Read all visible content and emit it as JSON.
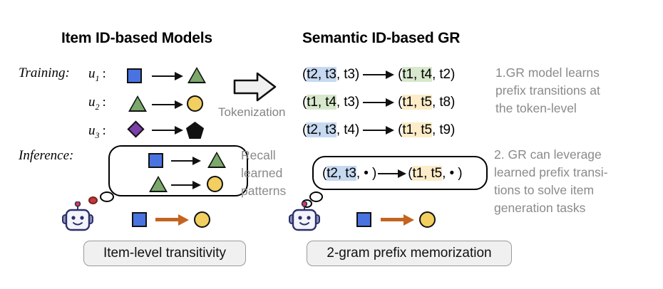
{
  "headings": {
    "left": "Item ID-based Models",
    "right": "Semantic ID-based GR"
  },
  "labels": {
    "training": "Training:",
    "inference": "Inference:",
    "tokenization": "Tokenization",
    "recall": [
      "Recall",
      "learned",
      "patterns"
    ]
  },
  "users": [
    {
      "name": "u",
      "index": "1",
      "colon": ":"
    },
    {
      "name": "u",
      "index": "2",
      "colon": ":"
    },
    {
      "name": "u",
      "index": "3",
      "colon": ":"
    }
  ],
  "left_training_rows": [
    {
      "from_shape": "blue-square",
      "to_shape": "green-triangle"
    },
    {
      "from_shape": "green-triangle",
      "to_shape": "yellow-circle"
    },
    {
      "from_shape": "purple-diamond",
      "to_shape": "orange-pentagon"
    }
  ],
  "left_inference_bubble_rows": [
    {
      "from_shape": "blue-square",
      "to_shape": "green-triangle"
    },
    {
      "from_shape": "green-triangle",
      "to_shape": "yellow-circle"
    }
  ],
  "left_robot_row": {
    "from_shape": "blue-square",
    "to_shape": "yellow-circle"
  },
  "right_token_rows": [
    {
      "source": {
        "open": "(",
        "hl_text": "t2, t3",
        "hl_color": "blue",
        "tail": ", t3)"
      },
      "target": {
        "open": "(",
        "hl_text": "t1, t4",
        "hl_color": "green",
        "tail": ", t2)"
      }
    },
    {
      "source": {
        "open": "(",
        "hl_text": "t1, t4",
        "hl_color": "green",
        "tail": ", t3)"
      },
      "target": {
        "open": "(",
        "hl_text": "t1, t5",
        "hl_color": "yellow",
        "tail": ", t8)"
      }
    },
    {
      "source": {
        "open": "(",
        "hl_text": "t2, t3",
        "hl_color": "blue",
        "tail": ", t4)"
      },
      "target": {
        "open": "(",
        "hl_text": "t1, t5",
        "hl_color": "yellow",
        "tail": ", t9)"
      }
    }
  ],
  "right_inference_row": {
    "source": {
      "open": "(",
      "hl_text": "t2, t3",
      "hl_color": "blue",
      "tail": ", • )"
    },
    "target": {
      "open": "(",
      "hl_text": "t1, t5",
      "hl_color": "yellow",
      "tail": ", • )"
    }
  },
  "right_robot_row": {
    "from_shape": "blue-square",
    "to_shape": "yellow-circle"
  },
  "notes": {
    "note1": [
      "1.GR model learns",
      "prefix transitions at",
      "the token-level"
    ],
    "note2": [
      "2. GR can leverage",
      "learned prefix transi-",
      "tions to solve item",
      "generation tasks"
    ]
  },
  "legends": {
    "left": "Item-level transitivity",
    "right": "2-gram prefix memorization"
  },
  "colors": {
    "blue_shape": "#4a73e2",
    "green_shape": "#7aa96b",
    "yellow_shape": "#f2cf60",
    "purple_shape": "#7b3fa8",
    "orange_shape": "#c96a27",
    "hl_blue": "#c6d9f1",
    "hl_green": "#d7e8cd",
    "hl_yellow": "#fcecc8",
    "note_gray": "#8a8a8a",
    "orange_arrow": "#c4641f"
  }
}
